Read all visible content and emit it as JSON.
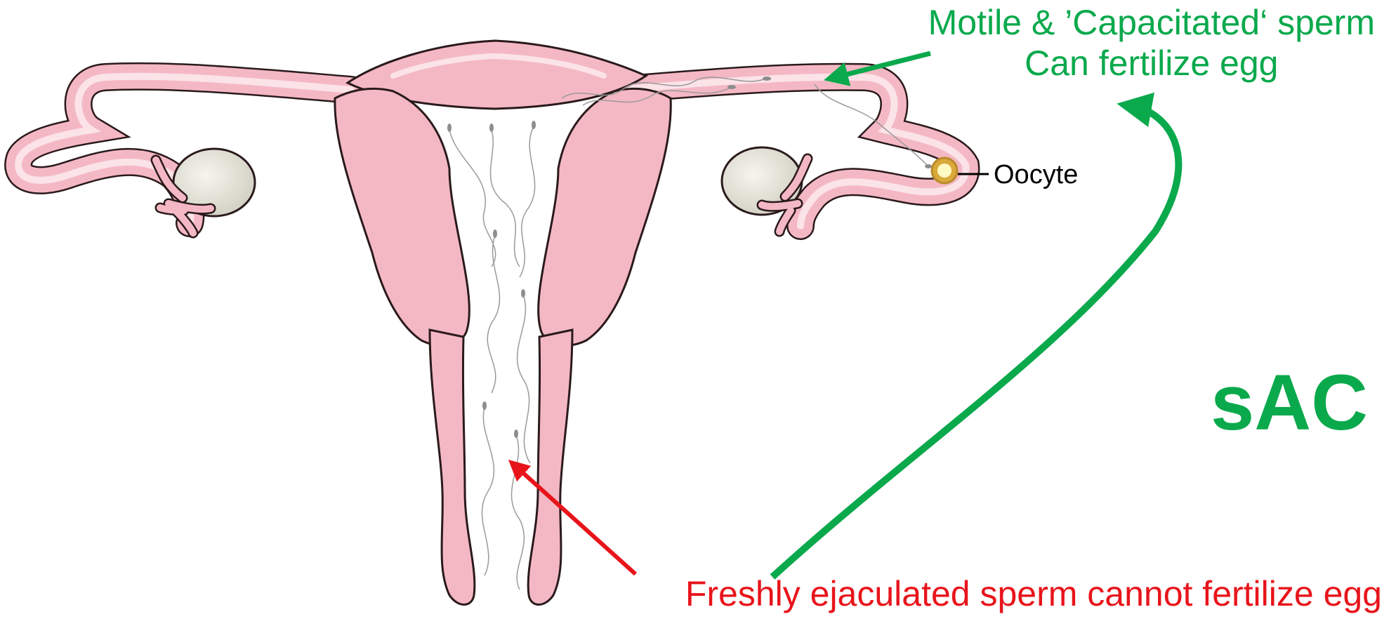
{
  "labels": {
    "motile_line1": "Motile & ’Capacitated‘ sperm",
    "motile_line2": "Can fertilize egg",
    "oocyte": "Oocyte",
    "sac": "sAC",
    "fresh": "Freshly ejaculated sperm cannot fertilize egg"
  },
  "colors": {
    "green": "#0aa94c",
    "red": "#e8141b",
    "tissue_fill": "#f4b8c4",
    "tissue_edge": "#2a1a1c",
    "ovary_fill": "#e7e6dc",
    "oocyte_ring": "#d9a93b",
    "oocyte_core": "#fff9c4",
    "sperm": "#9a9a9a"
  },
  "icons": {
    "green_arrow_top": "arrow-pointing-left",
    "green_arrow_curved": "curved-arrow-up",
    "red_arrow": "arrow-pointing-up-left"
  }
}
